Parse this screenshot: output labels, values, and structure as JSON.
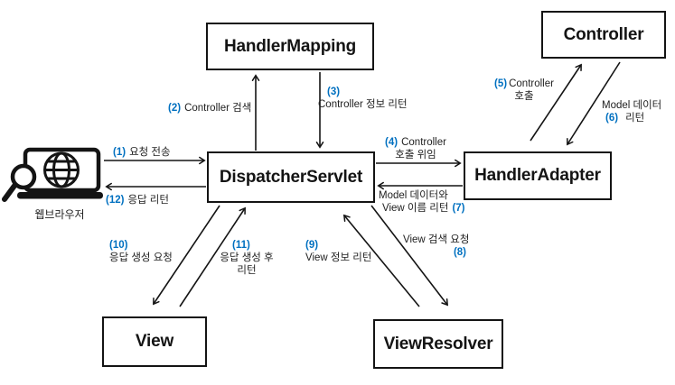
{
  "diagram": {
    "title_hint": "Spring MVC request flow",
    "colors": {
      "accent": "#0070C0",
      "line": "#141414"
    },
    "nodes": {
      "handler_mapping": "HandlerMapping",
      "controller": "Controller",
      "dispatcher_servlet": "DispatcherServlet",
      "handler_adapter": "HandlerAdapter",
      "view": "View",
      "view_resolver": "ViewResolver",
      "browser": "웹브라우저"
    },
    "edges": {
      "e1": {
        "num": "(1)",
        "text": "요청 전송"
      },
      "e2": {
        "num": "(2)",
        "text": "Controller 검색"
      },
      "e3": {
        "num": "(3)",
        "line2": "Controller 정보 리턴"
      },
      "e4": {
        "num": "(4)",
        "line1": "Controller",
        "line2": "호출 위임"
      },
      "e5": {
        "num": "(5)",
        "line1": "Controller",
        "line2": "호출"
      },
      "e6": {
        "line1": "Model 데이터",
        "num": "(6)",
        "line2": "리턴"
      },
      "e7": {
        "line1": "Model 데이터와",
        "line2": "View 이름 리턴",
        "num": "(7)"
      },
      "e8": {
        "line1": "View 검색 요청",
        "num": "(8)"
      },
      "e9": {
        "num": "(9)",
        "line2": "View 정보 리턴"
      },
      "e10": {
        "num": "(10)",
        "line2": "응답 생성 요청"
      },
      "e11": {
        "num": "(11)",
        "line2": "응답 생성 후",
        "line3": "리턴"
      },
      "e12": {
        "num": "(12)",
        "text": "응답 리턴"
      }
    }
  }
}
